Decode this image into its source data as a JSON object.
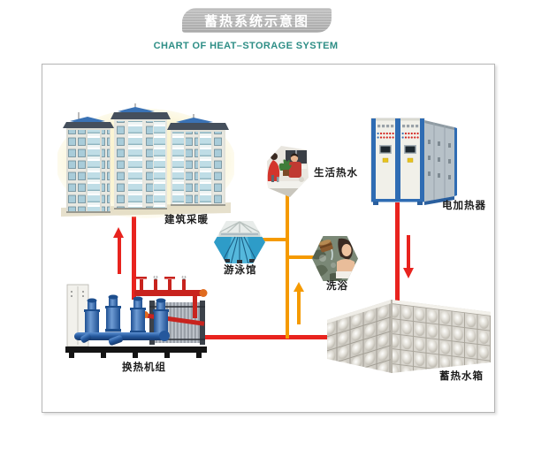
{
  "header": {
    "title": "蓄热系统示意图",
    "subtitle": "CHART OF HEAT–STORAGE SYSTEM"
  },
  "labels": {
    "building": "建筑采暖",
    "domestic_hot_water": "生活热水",
    "swimming_pool": "游泳馆",
    "bathing": "洗浴",
    "electric_heater": "电加热器",
    "heat_exchanger_unit": "换热机组",
    "storage_tank": "蓄热水箱"
  },
  "colors": {
    "hot_line": "#e8231e",
    "warm_line": "#f59a00",
    "subtitle_teal": "#2e8e86",
    "banner_gray": "#b2b2b2"
  }
}
